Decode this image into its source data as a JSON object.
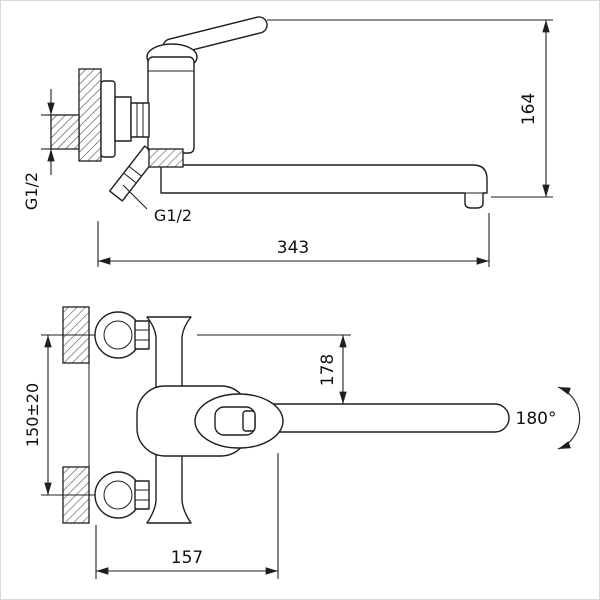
{
  "colors": {
    "background": "#ffffff",
    "line": "#1f1f1f",
    "hatch": "#444444",
    "frame": "#d9d9d9"
  },
  "top_view": {
    "overall_height_mm": "164",
    "spout_reach_mm": "343",
    "wall_inlet_thread": "G1/2",
    "shower_outlet_thread": "G1/2"
  },
  "front_view": {
    "inlet_to_spout_mm": "178",
    "mount_centers_mm": "150±20",
    "body_width_mm": "157",
    "spout_swivel_angle": "180°"
  }
}
